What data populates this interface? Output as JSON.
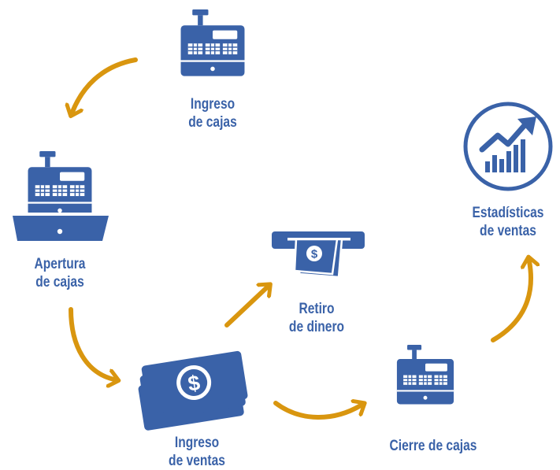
{
  "colors": {
    "icon_blue": "#3a62a8",
    "arrow_orange": "#d9960f",
    "background": "#ffffff"
  },
  "nodes": {
    "ingreso_cajas": {
      "line1": "Ingreso",
      "line2": "de cajas",
      "icon": "cash-register-icon"
    },
    "apertura_cajas": {
      "line1": "Apertura",
      "line2": "de cajas",
      "icon": "open-cash-register-icon"
    },
    "retiro_dinero": {
      "line1": "Retiro",
      "line2": "de dinero",
      "icon": "money-withdrawal-icon"
    },
    "ingreso_ventas": {
      "line1": "Ingreso",
      "line2": "de ventas",
      "icon": "banknotes-icon"
    },
    "cierre_cajas": {
      "line1": "Cierre de cajas",
      "icon": "cash-register-icon"
    },
    "estadisticas": {
      "line1": "Estadísticas",
      "line2": "de ventas",
      "icon": "rising-chart-icon"
    }
  }
}
